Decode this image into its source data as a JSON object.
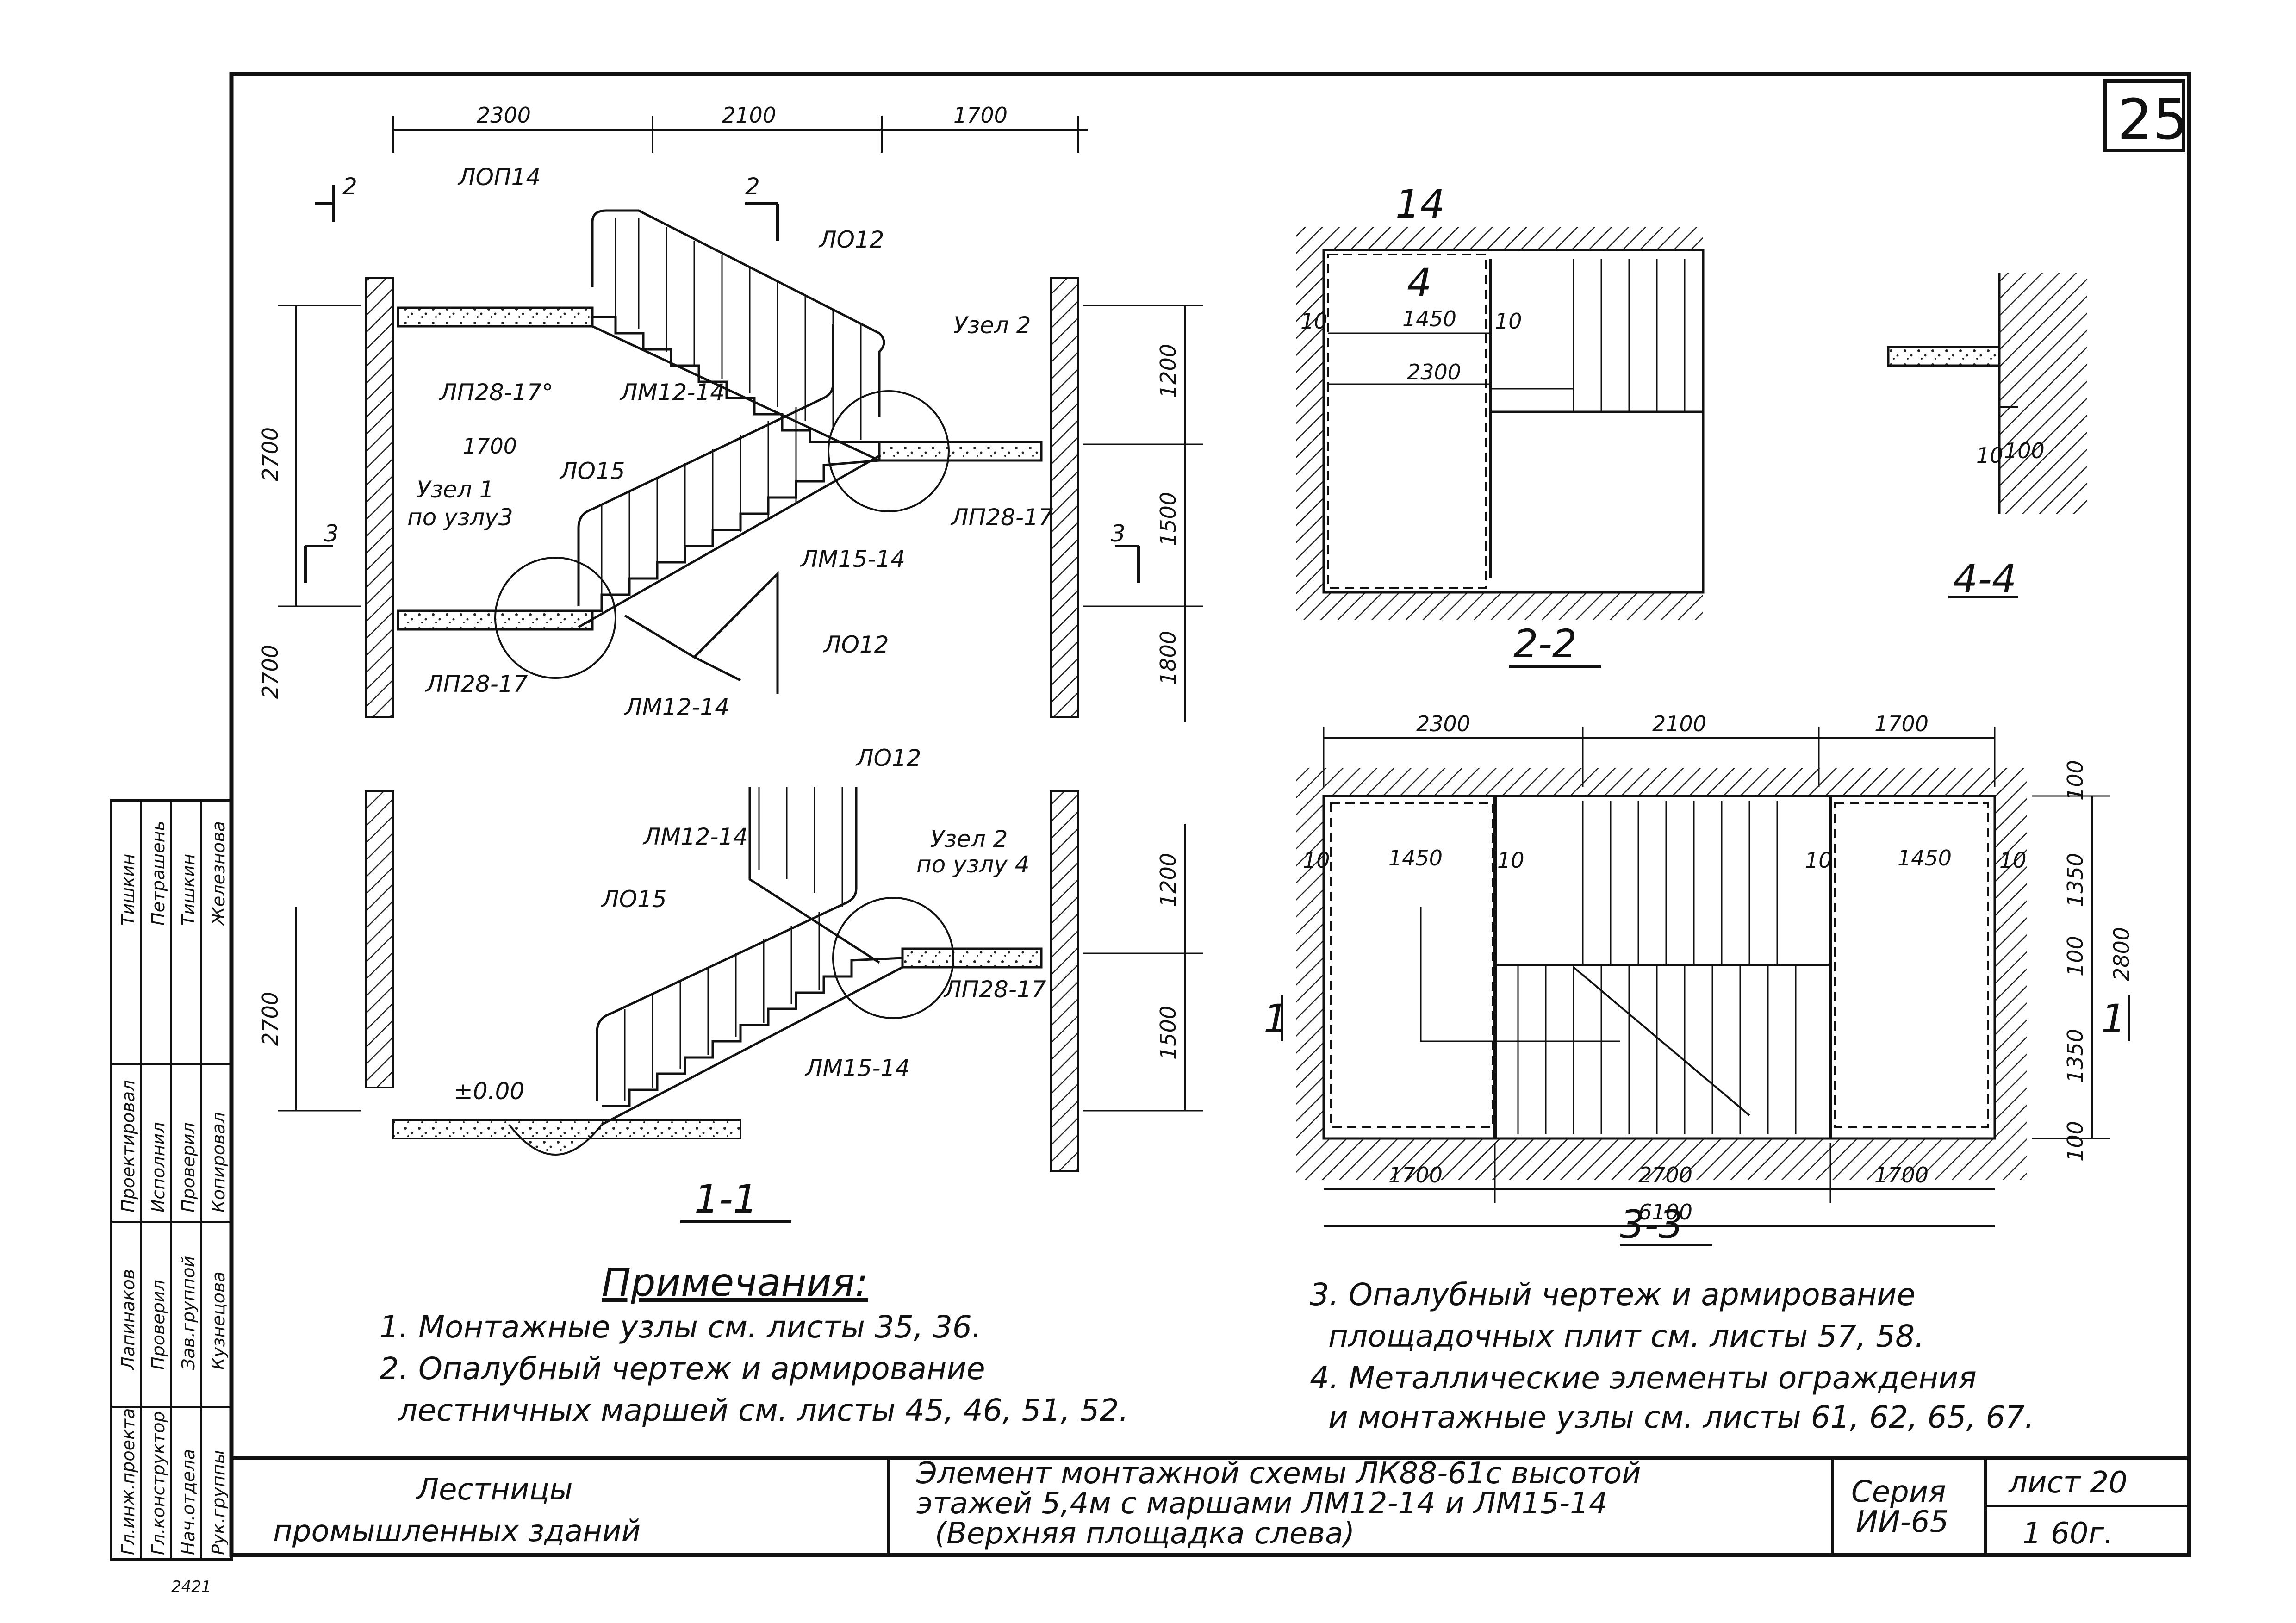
{
  "sheet_number": "25",
  "sections": {
    "s1_1_label": "1-1",
    "s2_2_label": "2-2",
    "s3_3_label": "3-3",
    "s4_4_label": "4-4"
  },
  "section_marks": {
    "mark_2": "2",
    "mark_3": "3",
    "mark_1": "1",
    "mark_4": "4",
    "mark_14": "14"
  },
  "elevation_top": {
    "top_dims": [
      "2300",
      "2100",
      "1700"
    ],
    "left_dims": [
      "2700",
      "2700"
    ],
    "right_dims": [
      "1200",
      "1500",
      "1800"
    ],
    "inner_dim": "1700",
    "labels": {
      "lop14": "ЛОП14",
      "lo12_top": "ЛО12",
      "uzel2": "Узел 2",
      "lp28_17o": "ЛП28-17°",
      "lm12_14_top": "ЛМ12-14",
      "lo15": "ЛО15",
      "uzel1": "Узел 1",
      "po_uzlu3": "по узлу3",
      "lp28_17_right": "ЛП28-17",
      "lm15_14": "ЛМ15-14",
      "lo12_bottom": "ЛО12",
      "lp28_17_left": "ЛП28-17",
      "lm12_14_bottom": "ЛМ12-14"
    }
  },
  "elevation_bottom": {
    "left_dim": "2700",
    "right_dims": [
      "1200",
      "1500"
    ],
    "level": "±0.00",
    "labels": {
      "lo12": "ЛО12",
      "lm12_14": "ЛМ12-14",
      "uzel2": "Узел 2",
      "po_uzlu4": "по узлу 4",
      "lo15": "ЛО15",
      "lp28_17": "ЛП28-17",
      "lm15_14": "ЛМ15-14"
    }
  },
  "plan_2_2": {
    "dim_10_left": "10",
    "dim_1450": "1450",
    "dim_10_right": "10",
    "dim_2300": "2300"
  },
  "plan_3_3": {
    "top_dims": [
      "2300",
      "2100",
      "1700"
    ],
    "bottom_dims": [
      "1700",
      "2700",
      "1700"
    ],
    "total_dim": "6100",
    "right_dims": [
      "100",
      "1350",
      "100",
      "1350",
      "100"
    ],
    "right_total": "2800",
    "inner": [
      "10",
      "1450",
      "10",
      "10",
      "1450",
      "10"
    ]
  },
  "detail_4_4": {
    "dim_10": "10",
    "dim_100": "100"
  },
  "notes": {
    "title": "Примечания:",
    "n1": "1. Монтажные узлы см. листы 35, 36.",
    "n2a": "2. Опалубный чертеж и армирование",
    "n2b": "лестничных маршей см. листы 45, 46, 51, 52.",
    "n3a": "3. Опалубный чертеж и армирование",
    "n3b": "площадочных плит см. листы 57, 58.",
    "n4a": "4. Металлические элементы ограждения",
    "n4b": "и монтажные узлы см. листы 61, 62, 65, 67."
  },
  "title_block": {
    "name_line1": "Лестницы",
    "name_line2": "промышленных зданий",
    "desc_line1": "Элемент монтажной схемы ЛК88-61с высотой",
    "desc_line2": "этажей 5,4м с маршами ЛМ12-14 и ЛМ15-14",
    "desc_line3": "(Верхняя площадка слева)",
    "series_label": "Серия",
    "series_value": "ИИ-65",
    "list": "лист 20",
    "year": "1 60г."
  },
  "stamp": {
    "roles": [
      "Гл.инж.проекта",
      "Гл.конструктор",
      "Нач.отдела",
      "Рук.группы"
    ],
    "col2": [
      "Лапинаков",
      "Проверил",
      "Зав.группой",
      "Кузнецова"
    ],
    "col3": [
      "Проектировал",
      "Исполнил",
      "Проверил",
      "Копировал"
    ],
    "col4": [
      "Тишкин",
      "Петрашень",
      "Тишкин",
      "Железнова"
    ]
  },
  "bottom_code": "2421"
}
